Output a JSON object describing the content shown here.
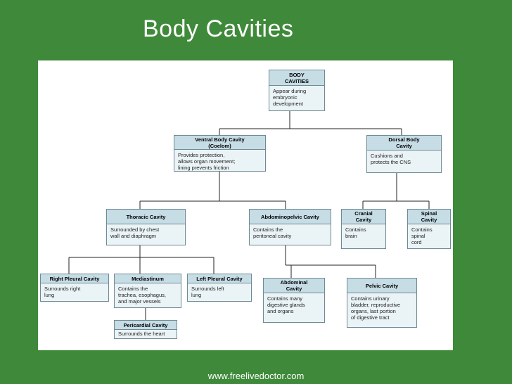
{
  "slide": {
    "title": "Body Cavities",
    "footer": "www.freelivedoctor.com"
  },
  "diagram": {
    "body_cavities": {
      "title": "BODY\nCAVITIES",
      "desc": "Appear during\nembryonic\ndevelopment"
    },
    "ventral": {
      "title": "Ventral Body Cavity\n(Coelom)",
      "desc": "Provides protection,\nallows organ movement;\nlining prevents friction"
    },
    "dorsal": {
      "title": "Dorsal Body\nCavity",
      "desc": "Cushions and\nprotects the CNS"
    },
    "thoracic": {
      "title": "Thoracic Cavity",
      "desc": "Surrounded by chest\nwall and diaphragm"
    },
    "abdominopelvic": {
      "title": "Abdominopelvic Cavity",
      "desc": "Contains the\nperitoneal cavity"
    },
    "cranial": {
      "title": "Cranial\nCavity",
      "desc": "Contains\nbrain"
    },
    "spinal": {
      "title": "Spinal\nCavity",
      "desc": "Contains\nspinal\ncord"
    },
    "right_pleural": {
      "title": "Right Pleural Cavity",
      "desc": "Surrounds right\nlung"
    },
    "mediastinum": {
      "title": "Mediastinum",
      "desc": "Contains the\ntrachea, esophagus,\nand major vessels"
    },
    "left_pleural": {
      "title": "Left Pleural Cavity",
      "desc": "Surrounds left\nlung"
    },
    "pericardial": {
      "title": "Pericardial Cavity",
      "desc": "Surrounds the heart"
    },
    "abdominal": {
      "title": "Abdominal\nCavity",
      "desc": "Contains many\ndigestive glands\nand organs"
    },
    "pelvic": {
      "title": "Pelvic Cavity",
      "desc": "Contains urinary\nbladder, reproductive\norgans, last portion\nof digestive tract"
    }
  },
  "colors": {
    "background": "#3f8a3a",
    "header_fill": "#c6dde6",
    "body_fill": "#eaf3f6",
    "border": "#6f8a93"
  }
}
